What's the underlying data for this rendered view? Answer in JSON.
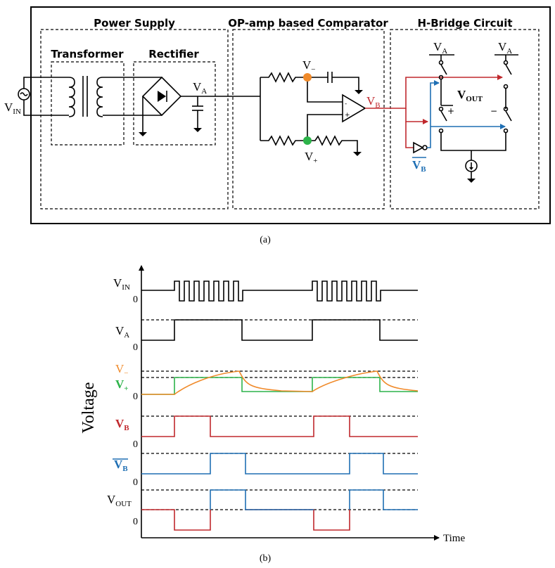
{
  "panel_a": {
    "caption": "(a)",
    "blocks": {
      "power_supply": "Power Supply",
      "comparator": "OP-amp based Comparator",
      "hbridge": "H-Bridge Circuit",
      "transformer": "Transformer",
      "rectifier": "Rectifier"
    },
    "labels": {
      "vin_main": "V",
      "vin_sub": "IN",
      "va_main": "V",
      "va_sub": "A",
      "vminus_main": "V",
      "vminus_sub": "−",
      "vplus_main": "V",
      "vplus_sub": "+",
      "vb_main": "V",
      "vb_sub": "B",
      "vbbar_main": "V",
      "vbbar_sub": "B",
      "vout_main": "V",
      "vout_sub": "OUT",
      "hb_va_left_main": "V",
      "hb_va_left_sub": "A",
      "hb_va_right_main": "V",
      "hb_va_right_sub": "A",
      "opamp_minus": "-",
      "opamp_plus": "+",
      "vout_plus": "+",
      "vout_minus": "−"
    },
    "colors": {
      "vb": "#c0282d",
      "vbbar": "#1f6fb4",
      "vminus": "#f08a2a",
      "vplus": "#2db34a"
    }
  },
  "panel_b": {
    "caption": "(b)",
    "y_axis_label": "Voltage",
    "x_axis_label": "Time",
    "zero": "0",
    "signals": {
      "vin": {
        "main": "V",
        "sub": "IN"
      },
      "va": {
        "main": "V",
        "sub": "A"
      },
      "vminus": {
        "main": "V",
        "sub": "−"
      },
      "vplus": {
        "main": "V",
        "sub": "+"
      },
      "vb": {
        "main": "V",
        "sub": "B"
      },
      "vbbar": {
        "main": "V",
        "sub": "B"
      },
      "vout": {
        "main": "V",
        "sub": "OUT"
      }
    },
    "colors": {
      "vin": "#000000",
      "va": "#000000",
      "vminus": "#f08a2a",
      "vplus": "#2db34a",
      "vb": "#c0282d",
      "vbbar": "#1f6fb4",
      "vout_neg": "#c0282d",
      "vout_pos": "#1f6fb4"
    }
  }
}
